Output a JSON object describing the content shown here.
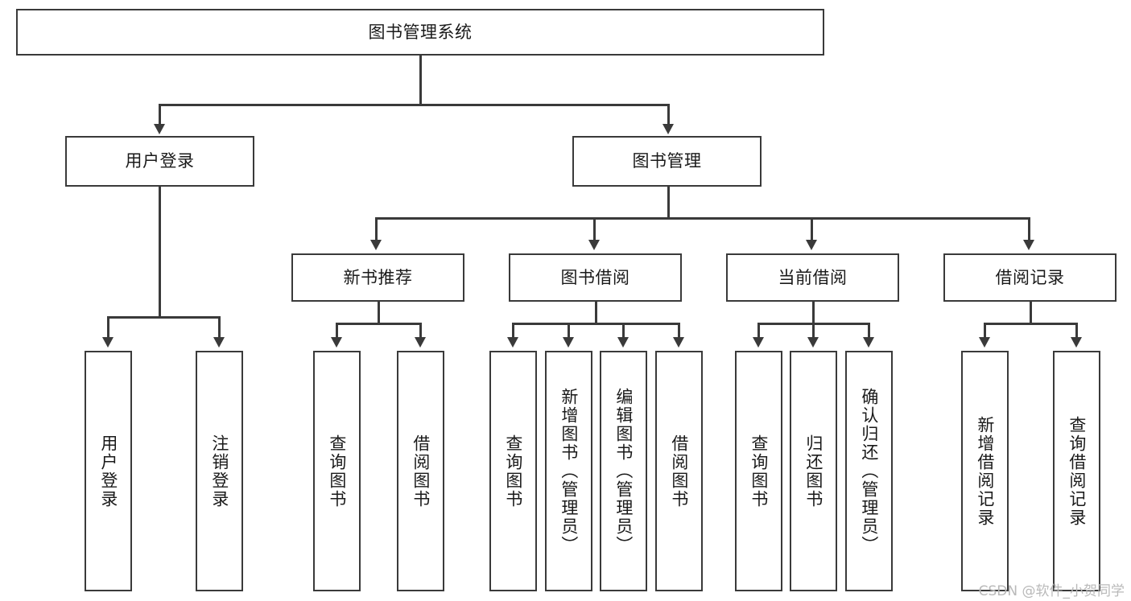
{
  "diagram": {
    "title": "图书管理系统",
    "watermark": "CSDN @软件_小贺同学",
    "root": {
      "label": "图书管理系统"
    },
    "level2": [
      {
        "label": "用户登录"
      },
      {
        "label": "图书管理"
      }
    ],
    "level3": [
      {
        "label": "新书推荐"
      },
      {
        "label": "图书借阅"
      },
      {
        "label": "当前借阅"
      },
      {
        "label": "借阅记录"
      }
    ],
    "leaves": [
      {
        "label": "用户登录"
      },
      {
        "label": "注销登录"
      },
      {
        "label": "查询图书"
      },
      {
        "label": "借阅图书"
      },
      {
        "label": "查询图书"
      },
      {
        "label": "新增图书（管理员）"
      },
      {
        "label": "编辑图书（管理员）"
      },
      {
        "label": "借阅图书"
      },
      {
        "label": "查询图书"
      },
      {
        "label": "归还图书"
      },
      {
        "label": "确认归还（管理员）"
      },
      {
        "label": "新增借阅记录"
      },
      {
        "label": "查询借阅记录"
      }
    ],
    "colors": {
      "stroke": "#3a3a3a",
      "fill": "#ffffff",
      "text": "#1a1a1a",
      "watermark": "#b9b9b9"
    }
  }
}
